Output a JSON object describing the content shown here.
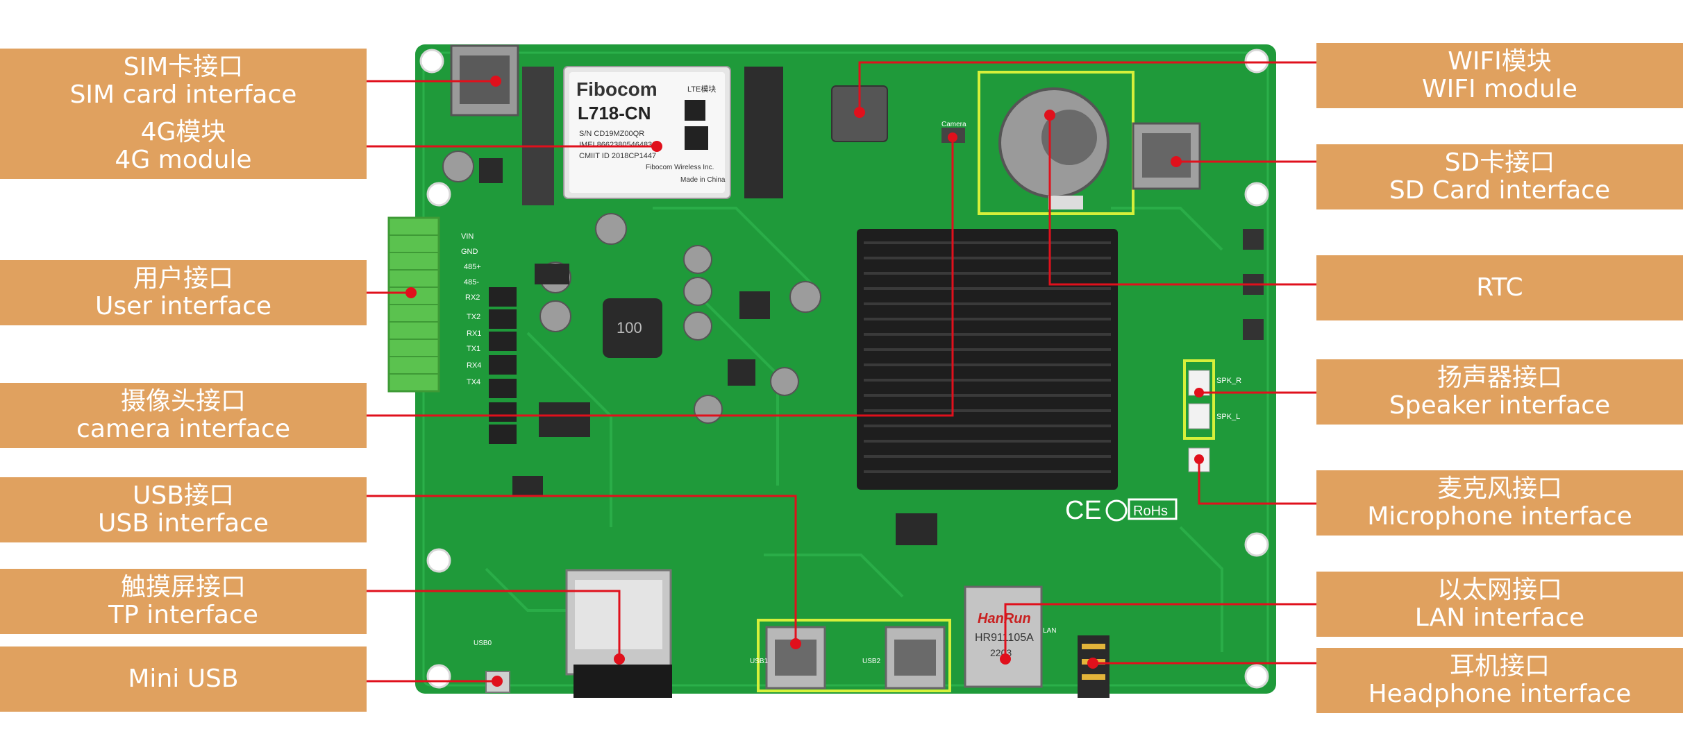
{
  "labels": {
    "sim": {
      "cn": "SIM卡接口",
      "en": "SIM card interface"
    },
    "g4": {
      "cn": "4G模块",
      "en": "4G module"
    },
    "user": {
      "cn": "用户接口",
      "en": "User interface"
    },
    "camera": {
      "cn": "摄像头接口",
      "en": "camera interface"
    },
    "usb": {
      "cn": "USB接口",
      "en": "USB interface"
    },
    "tp": {
      "cn": "触摸屏接口",
      "en": "TP interface"
    },
    "miniusb": {
      "cn": "",
      "en": "Mini USB"
    },
    "wifi": {
      "cn": "WIFI模块",
      "en": "WIFI module"
    },
    "sd": {
      "cn": "SD卡接口",
      "en": "SD Card interface"
    },
    "rtc": {
      "cn": "",
      "en": "RTC"
    },
    "speaker": {
      "cn": "扬声器接口",
      "en": "Speaker interface"
    },
    "mic": {
      "cn": "麦克风接口",
      "en": "Microphone interface"
    },
    "lan": {
      "cn": "以太网接口",
      "en": "LAN interface"
    },
    "headphone": {
      "cn": "耳机接口",
      "en": "Headphone interface"
    }
  },
  "board_text": {
    "module_brand": "Fibocom",
    "module_tag": "LTE模块",
    "module_model": "L718-CN",
    "module_sn": "S/N CD19MZ00QR",
    "module_imei": "IMEI 866238054648388",
    "module_cmiit": "CMIIT ID 2018CP1447",
    "module_maker": "Fibocom Wireless Inc.",
    "module_made": "Made in China",
    "pin_labels": [
      "VIN",
      "GND",
      "485+",
      "485-",
      "RX2",
      "TX2",
      "RX1",
      "TX1",
      "RX4",
      "TX4"
    ],
    "ce": "CE",
    "rohs": "RoHs",
    "lan_brand": "HanRun",
    "lan_model": "HR911105A",
    "lan_code": "2203",
    "spk_r": "SPK_R",
    "spk_l": "SPK_L",
    "usb1": "USB1",
    "usb2": "USB2",
    "usb0": "USB0",
    "lan": "LAN",
    "camera": "Camera",
    "ic_mark": "100"
  },
  "colors": {
    "label_bg": "#e0a15f",
    "label_text": "#ffffff",
    "board": "#1f9a3a",
    "leader": "#e0101c",
    "highlight": "#d6f03a",
    "terminal": "#5bc24f"
  }
}
